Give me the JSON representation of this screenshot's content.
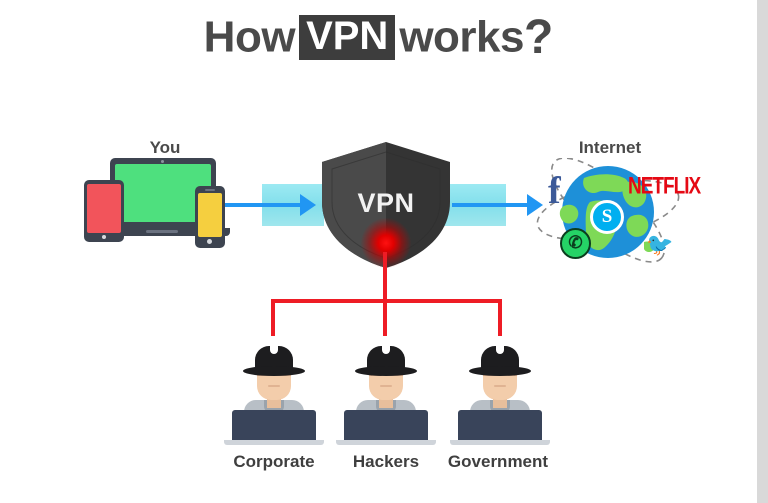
{
  "page": {
    "title_prefix": "How",
    "title_badge": "VPN",
    "title_suffix": "works",
    "title_question_mark": "?",
    "background_color": "#ffffff"
  },
  "left_section": {
    "label": "You",
    "devices": [
      {
        "name": "tablet",
        "screen_color": "#f2545b"
      },
      {
        "name": "laptop",
        "screen_color": "#4ee07e"
      },
      {
        "name": "smartphone",
        "screen_color": "#f5cf3f"
      }
    ]
  },
  "tunnel": {
    "color": "#6cd9e8",
    "arrow_color": "#2196f3",
    "direction": "left-to-right"
  },
  "shield": {
    "label": "VPN",
    "body_color": "#3d3d3d",
    "highlight_color": "#4d4d4d",
    "glow_color": "#ee1111"
  },
  "leak": {
    "connector_color": "#ee1c25",
    "threats": [
      {
        "label": "Corporate",
        "icon": "hacker-icon"
      },
      {
        "label": "Hackers",
        "icon": "hacker-icon"
      },
      {
        "label": "Government",
        "icon": "hacker-icon"
      }
    ]
  },
  "internet": {
    "label": "Internet",
    "globe_ocean_color": "#1e90d8",
    "globe_land_color": "#7ed957",
    "orbit_color": "#8a8a8a",
    "services": [
      {
        "name": "facebook-icon",
        "glyph": "f",
        "color": "#3b5998"
      },
      {
        "name": "netflix-icon",
        "glyph": "NETFLIX",
        "color": "#e50914"
      },
      {
        "name": "skype-icon",
        "glyph": "S",
        "color": "#00aff0"
      },
      {
        "name": "whatsapp-icon",
        "glyph": "✆",
        "color": "#25d366"
      },
      {
        "name": "twitter-icon",
        "glyph": "🐦",
        "color": "#1da1f2"
      }
    ]
  }
}
